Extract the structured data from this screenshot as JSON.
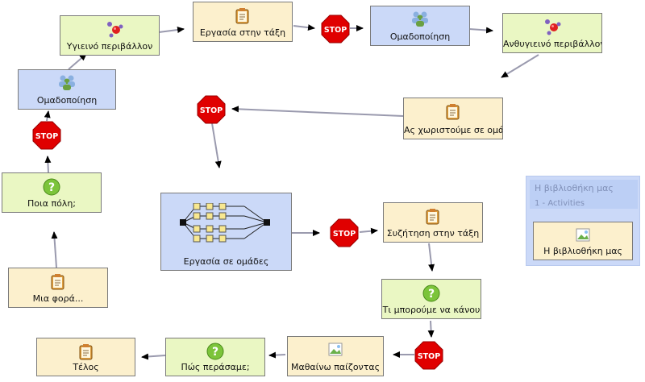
{
  "nodes": {
    "mia_fora": "Μια φορά...",
    "poia_poli": "Ποια πόλη;",
    "omadopoiisi_1": "Ομαδοποίηση",
    "ygieino": "Υγιεινό περιβάλλον",
    "ergasia_taxi": "Εργασία στην τάξη",
    "omadopoiisi_2": "Ομαδοποίηση",
    "anthygieino": "Ανθυγιεινό περιβάλλον",
    "as_xoristoume": "Ας χωριστούμε σε ομά",
    "ergasia_omades": "Εργασία σε ομάδες",
    "syzitisi": "Συζήτηση στην τάξη",
    "ti_mporoume": "Τι μπορούμε να κάνου",
    "mathaino": "Μαθαίνω παίζοντας",
    "pos_perasame": "Πώς περάσαμε;",
    "telos": "Τέλος"
  },
  "stop_label": "STOP",
  "panel": {
    "title": "Η βιβλιοθήκη μας",
    "subtitle": "1 - Activities",
    "item": "Η βιβλιοθήκη μας"
  },
  "colors": {
    "green": "#eaf7c3",
    "yellow": "#fcf0cd",
    "blue": "#cbd9f8",
    "stop": "#e00000",
    "edge": "#9999aa"
  },
  "icons": {
    "notepad": "notepad-icon",
    "question": "question-icon",
    "group": "group-icon",
    "molecule": "molecule-icon",
    "image": "image-icon",
    "network": "network-icon",
    "stop": "stop-sign-icon"
  }
}
